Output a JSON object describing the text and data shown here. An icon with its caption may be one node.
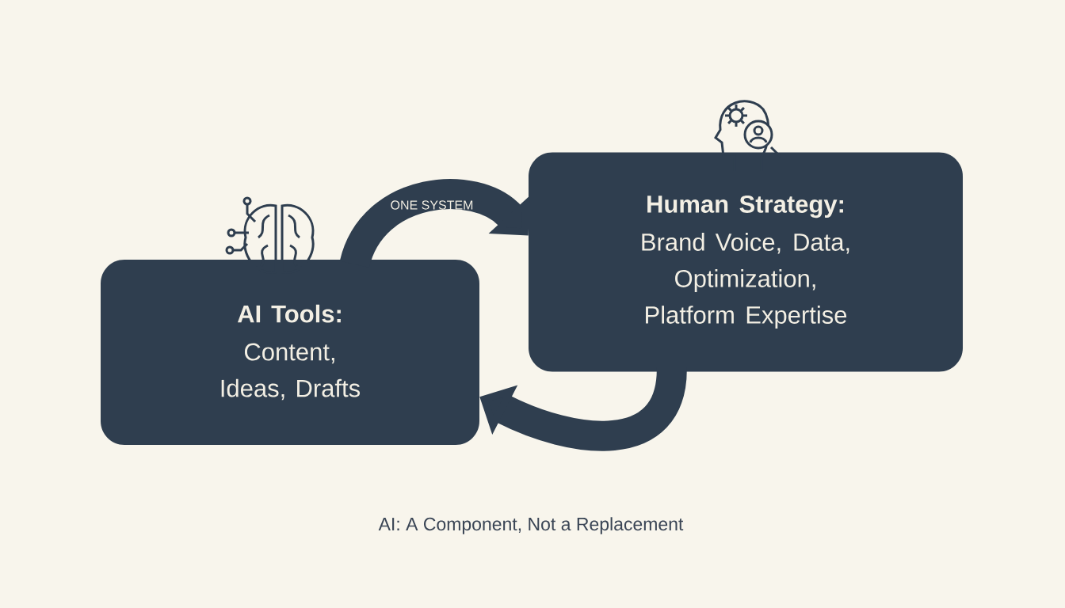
{
  "diagram": {
    "caption": "AI: A Component, Not a Replacement",
    "nodes": [
      {
        "text": [
          "AI Tools:",
          "Content, Ideas, Drafts"
        ]
      },
      {
        "text": [
          "Human Strategy:",
          "Brand Voice, Data, Optimization, Platform Expertise"
        ]
      }
    ],
    "edges": [
      {
        "from": 0,
        "to": 1,
        "arrow": "to",
        "label": "ONE SYSTEM"
      },
      {
        "from": 1,
        "to": 0,
        "arrow": "to"
      }
    ]
  }
}
